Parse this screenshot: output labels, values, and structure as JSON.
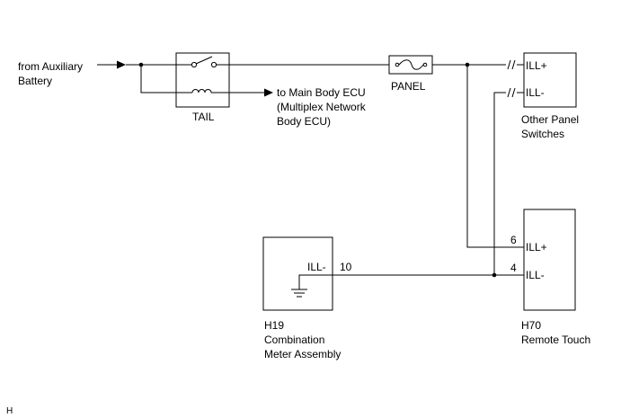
{
  "source": {
    "line1": "from Auxiliary",
    "line2": "Battery"
  },
  "relay": {
    "label": "TAIL"
  },
  "relay_output": {
    "line1": "to Main Body ECU",
    "line2": "(Multiplex Network",
    "line3": "Body ECU)"
  },
  "fuse": {
    "label": "PANEL"
  },
  "other_panel_switches": {
    "pin_top": "ILL+",
    "pin_bottom": "ILL-",
    "name_line1": "Other Panel",
    "name_line2": "Switches"
  },
  "remote_touch": {
    "code": "H70",
    "name": "Remote Touch",
    "pin_top_label": "ILL+",
    "pin_top_number": "6",
    "pin_bottom_label": "ILL-",
    "pin_bottom_number": "4"
  },
  "combination_meter": {
    "code": "H19",
    "name_line1": "Combination",
    "name_line2": "Meter Assembly",
    "pin_label": "ILL-",
    "pin_number": "10"
  },
  "corner_mark": "H"
}
